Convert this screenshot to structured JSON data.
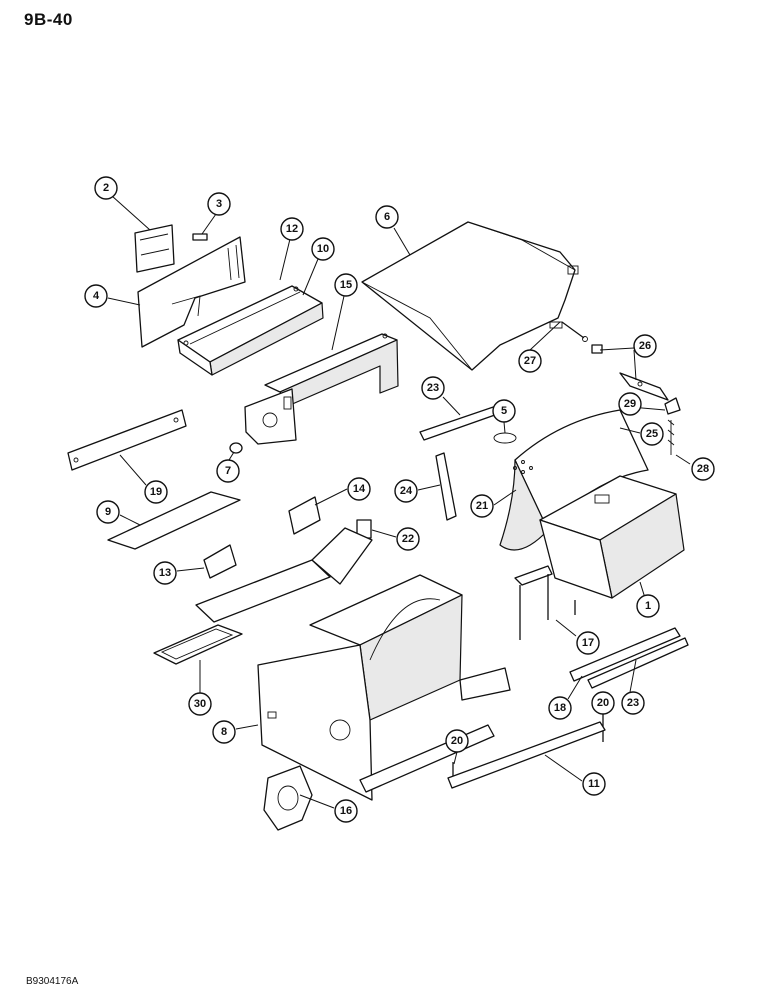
{
  "page": {
    "code": "9B-40",
    "document_id": "B9304176A"
  },
  "callouts": [
    {
      "id": "c2",
      "number": "2"
    },
    {
      "id": "c3",
      "number": "3"
    },
    {
      "id": "c4",
      "number": "4"
    },
    {
      "id": "c12",
      "number": "12"
    },
    {
      "id": "c10",
      "number": "10"
    },
    {
      "id": "c6",
      "number": "6"
    },
    {
      "id": "c15",
      "number": "15"
    },
    {
      "id": "c27",
      "number": "27"
    },
    {
      "id": "c26",
      "number": "26"
    },
    {
      "id": "c23a",
      "number": "23"
    },
    {
      "id": "c5",
      "number": "5"
    },
    {
      "id": "c29",
      "number": "29"
    },
    {
      "id": "c25",
      "number": "25"
    },
    {
      "id": "c28",
      "number": "28"
    },
    {
      "id": "c7",
      "number": "7"
    },
    {
      "id": "c19",
      "number": "19"
    },
    {
      "id": "c24",
      "number": "24"
    },
    {
      "id": "c21",
      "number": "21"
    },
    {
      "id": "c14",
      "number": "14"
    },
    {
      "id": "c9",
      "number": "9"
    },
    {
      "id": "c22",
      "number": "22"
    },
    {
      "id": "c13",
      "number": "13"
    },
    {
      "id": "c1",
      "number": "1"
    },
    {
      "id": "c17",
      "number": "17"
    },
    {
      "id": "c30",
      "number": "30"
    },
    {
      "id": "c18",
      "number": "18"
    },
    {
      "id": "c20a",
      "number": "20"
    },
    {
      "id": "c23b",
      "number": "23"
    },
    {
      "id": "c8",
      "number": "8"
    },
    {
      "id": "c20b",
      "number": "20"
    },
    {
      "id": "c11",
      "number": "11"
    },
    {
      "id": "c16",
      "number": "16"
    }
  ]
}
